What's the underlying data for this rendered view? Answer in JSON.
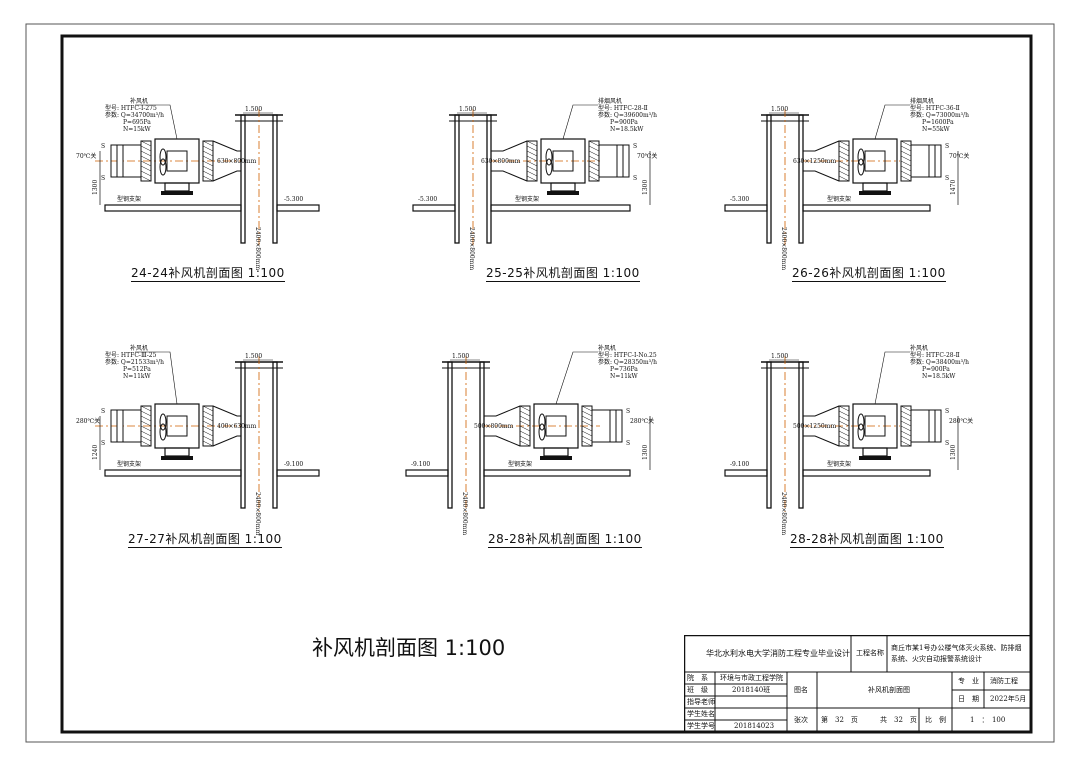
{
  "sections": [
    {
      "caption": "24-24补风机剖面图 1:100",
      "equip_type": "补风机",
      "model": "型号: HTFC-Ⅰ-275",
      "params": [
        "参数: Q=34700m³/h",
        "P=695Pa",
        "N=15kW"
      ],
      "temp": "70℃关",
      "duct_h": "630×800mm",
      "duct_v": "2400×800mm",
      "height": "1300",
      "top_elev": "1.500",
      "side_elev": "-5.300",
      "support": "型钢支架"
    },
    {
      "caption": "25-25补风机剖面图 1:100",
      "equip_type": "排烟风机",
      "model": "型号: HTFC-28-Ⅱ",
      "params": [
        "参数: Q=39600m³/h",
        "P=900Pa",
        "N=18.5kW"
      ],
      "temp": "70℃关",
      "duct_h": "630×800mm",
      "duct_v": "2400×800mm",
      "height": "1300",
      "top_elev": "1.500",
      "side_elev": "-5.300",
      "support": "型钢支架"
    },
    {
      "caption": "26-26补风机剖面图 1:100",
      "equip_type": "排烟风机",
      "model": "型号: HTFC-36-Ⅱ",
      "params": [
        "参数: Q=73000m³/h",
        "P=1600Pa",
        "N=55kW"
      ],
      "temp": "70℃关",
      "duct_h": "630×1250mm",
      "duct_v": "2400×800mm",
      "height": "1470",
      "top_elev": "1.500",
      "side_elev": "-5.300",
      "support": "型钢支架"
    },
    {
      "caption": "27-27补风机剖面图 1:100",
      "equip_type": "补风机",
      "model": "型号: HTFC-Ⅲ-25",
      "params": [
        "参数: Q=21533m³/h",
        "P=512Pa",
        "N=11kW"
      ],
      "temp": "280℃关",
      "duct_h": "400×630mm",
      "duct_v": "2400×800mm",
      "height": "1240",
      "top_elev": "1.500",
      "side_elev": "-9.100",
      "support": "型钢支架"
    },
    {
      "caption": "28-28补风机剖面图 1:100",
      "equip_type": "补风机",
      "model": "型号: HTFC-Ⅰ-No.25",
      "params": [
        "参数: Q=28350m³/h",
        "P=736Pa",
        "N=11kW"
      ],
      "temp": "280℃关",
      "duct_h": "500×800mm",
      "duct_v": "2400×800mm",
      "height": "1300",
      "top_elev": "1.500",
      "side_elev": "-9.100",
      "support": "型钢支架"
    },
    {
      "caption": "28-28补风机剖面图 1:100",
      "equip_type": "补风机",
      "model": "型号: HTFC-28-Ⅱ",
      "params": [
        "参数: Q=38400m³/h",
        "P=900Pa",
        "N=18.5kW"
      ],
      "temp": "280℃关",
      "duct_h": "500×1250mm",
      "duct_v": "2400×800mm",
      "height": "1300",
      "top_elev": "1.500",
      "side_elev": "-9.100",
      "support": "型钢支架"
    }
  ],
  "main_caption": "补风机剖面图 1:100",
  "title_block": {
    "school": "华北水利水电大学消防工程专业毕业设计",
    "project_label": "工程名称",
    "project_name": [
      "商丘市某1号办公楼气体灭火系统、防排烟",
      "系统、火灾自动报警系统设计"
    ],
    "rows": [
      {
        "label": "院　系",
        "value": "环境与市政工程学院"
      },
      {
        "label": "班　级",
        "value": "2018140班"
      },
      {
        "label": "指导老师",
        "value": ""
      },
      {
        "label": "学生姓名",
        "value": ""
      },
      {
        "label": "学生学号",
        "value": "201814023"
      }
    ],
    "drawing_label": "图名",
    "drawing_name": "补风机剖面图",
    "major_label": "专　业",
    "major_value": "消防工程",
    "date_label": "日　期",
    "date_value": "2022年5月",
    "seq_label": "张次",
    "page_text": "第　32　页",
    "total_text": "共　32　页",
    "scale_label": "比　例",
    "scale_value": "1　：　100"
  }
}
